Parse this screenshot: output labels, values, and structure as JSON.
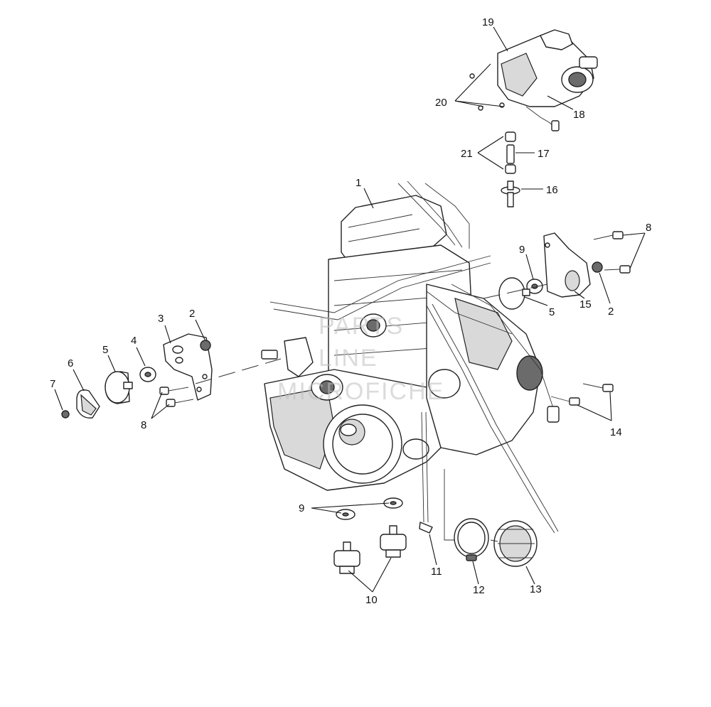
{
  "callouts": {
    "c1": "1",
    "c2a": "2",
    "c2b": "2",
    "c3": "3",
    "c4": "4",
    "c5a": "5",
    "c5b": "5",
    "c6": "6",
    "c7": "7",
    "c8a": "8",
    "c8b": "8",
    "c9a": "9",
    "c9b": "9",
    "c10": "10",
    "c11": "11",
    "c12": "12",
    "c13": "13",
    "c14": "14",
    "c15": "15",
    "c16": "16",
    "c17": "17",
    "c18": "18",
    "c19": "19",
    "c20": "20",
    "c21": "21"
  },
  "watermark": {
    "line1": "PARTS",
    "line2": "LINE",
    "line3": "MICROFICHE"
  },
  "colors": {
    "ink": "#111111",
    "dark_fill": "#6b6b6b",
    "light_fill": "#d9d9d9"
  }
}
